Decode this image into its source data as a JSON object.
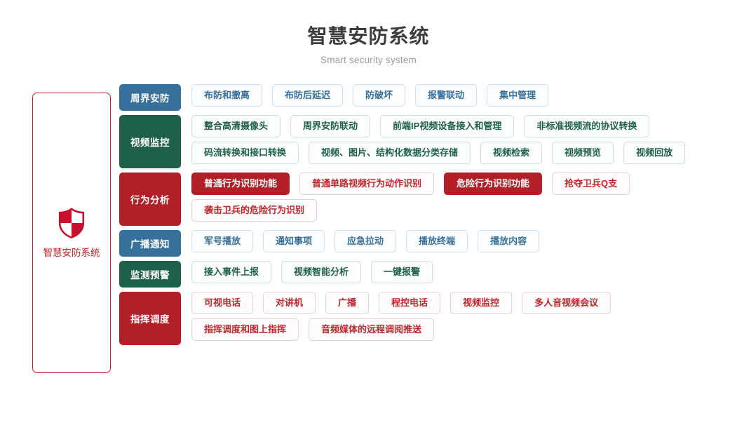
{
  "header": {
    "title": "智慧安防系统",
    "subtitle": "Smart security system"
  },
  "root": {
    "label": "智慧安防系统",
    "icon": "shield-icon",
    "color": "#c62026"
  },
  "colors": {
    "blue": "#36709b",
    "green": "#1f6049",
    "red": "#b21f26",
    "title": "#3d3d3d",
    "subtitle": "#9a9a9a"
  },
  "rows": [
    {
      "label": "周界安防",
      "theme": "blue",
      "lines": 1,
      "items": [
        {
          "label": "布防和撤离",
          "filled": false
        },
        {
          "label": "布防后延迟",
          "filled": false
        },
        {
          "label": "防破坏",
          "filled": false
        },
        {
          "label": "报警联动",
          "filled": false
        },
        {
          "label": "集中管理",
          "filled": false
        }
      ]
    },
    {
      "label": "视频监控",
      "theme": "green",
      "lines": 2,
      "items": [
        {
          "label": "整合高清摄像头",
          "filled": false
        },
        {
          "label": "周界安防联动",
          "filled": false
        },
        {
          "label": "前端IP视频设备接入和管理",
          "filled": false
        },
        {
          "label": "非标准视频流的协议转换",
          "filled": false
        },
        {
          "label": "码流转换和接口转换",
          "filled": false
        },
        {
          "label": "视频、图片、结构化数据分类存储",
          "filled": false
        },
        {
          "label": "视频检索",
          "filled": false
        },
        {
          "label": "视频预览",
          "filled": false
        },
        {
          "label": "视频回放",
          "filled": false
        }
      ]
    },
    {
      "label": "行为分析",
      "theme": "red",
      "lines": 2,
      "items": [
        {
          "label": "普通行为识别功能",
          "filled": true
        },
        {
          "label": "普通单路视频行为动作识别",
          "filled": false
        },
        {
          "label": "危险行为识别功能",
          "filled": true
        },
        {
          "label": "抢夺卫兵Q支",
          "filled": false
        },
        {
          "label": "袭击卫兵的危险行为识别",
          "filled": false
        }
      ]
    },
    {
      "label": "广播通知",
      "theme": "blue",
      "lines": 1,
      "items": [
        {
          "label": "军号播放",
          "filled": false
        },
        {
          "label": "通知事项",
          "filled": false
        },
        {
          "label": "应急拉动",
          "filled": false
        },
        {
          "label": "播放终端",
          "filled": false
        },
        {
          "label": "播放内容",
          "filled": false
        }
      ]
    },
    {
      "label": "监测预警",
      "theme": "green",
      "lines": 1,
      "items": [
        {
          "label": "接入事件上报",
          "filled": false
        },
        {
          "label": "视频智能分析",
          "filled": false
        },
        {
          "label": "一键报警",
          "filled": false
        }
      ]
    },
    {
      "label": "指挥调度",
      "theme": "red",
      "lines": 2,
      "items": [
        {
          "label": "可视电话",
          "filled": false
        },
        {
          "label": "对讲机",
          "filled": false
        },
        {
          "label": "广播",
          "filled": false
        },
        {
          "label": "程控电话",
          "filled": false
        },
        {
          "label": "视频监控",
          "filled": false
        },
        {
          "label": "多人音视频会议",
          "filled": false
        },
        {
          "label": "指挥调度和图上指挥",
          "filled": false
        },
        {
          "label": "音频媒体的远程调阅推送",
          "filled": false
        }
      ]
    }
  ]
}
